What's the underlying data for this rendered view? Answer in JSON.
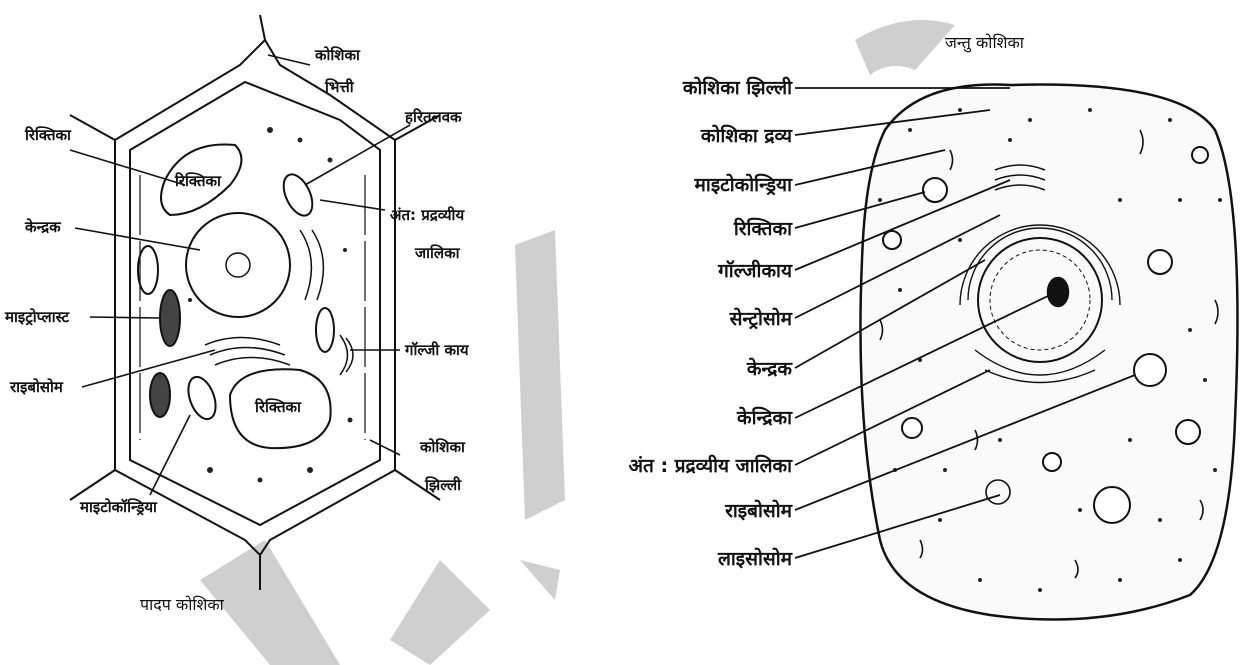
{
  "watermark": {
    "color": "#9a9a9a"
  },
  "plant_cell": {
    "caption": "पादप कोशिका",
    "labels": {
      "cell_wall": [
        "कोशिका",
        "भित्ती"
      ],
      "vacuole_outer": "रिक्तिका",
      "vacuole_inner": "रिक्तिका",
      "nucleus": "केन्द्रक",
      "plastid": "माइट्रोप्लास्ट",
      "ribosome": "राइबोसोम",
      "mitochondria": "माइटोकॉन्ड्रिया",
      "chloroplast": "हरितलवक",
      "er": [
        "अंत: प्रद्रव्यीय",
        "जालिका"
      ],
      "golgi": "गॉल्जी काय",
      "large_vacuole": "रिक्तिका",
      "cell_membrane": [
        "कोशिका",
        "झिल्ली"
      ]
    }
  },
  "animal_cell": {
    "caption": "जन्तु कोशिका",
    "labels": [
      "कोशिका झिल्ली",
      "कोशिका द्रव्य",
      "माइटोकोन्ड्रिया",
      "रिक्तिका",
      "गॉल्जीकाय",
      "सेन्ट्रोसोम",
      "केन्द्रक",
      "केन्द्रिका",
      "अंत : प्रद्रव्यीय जालिका",
      "राइबोसोम",
      "लाइसोसोम"
    ]
  }
}
